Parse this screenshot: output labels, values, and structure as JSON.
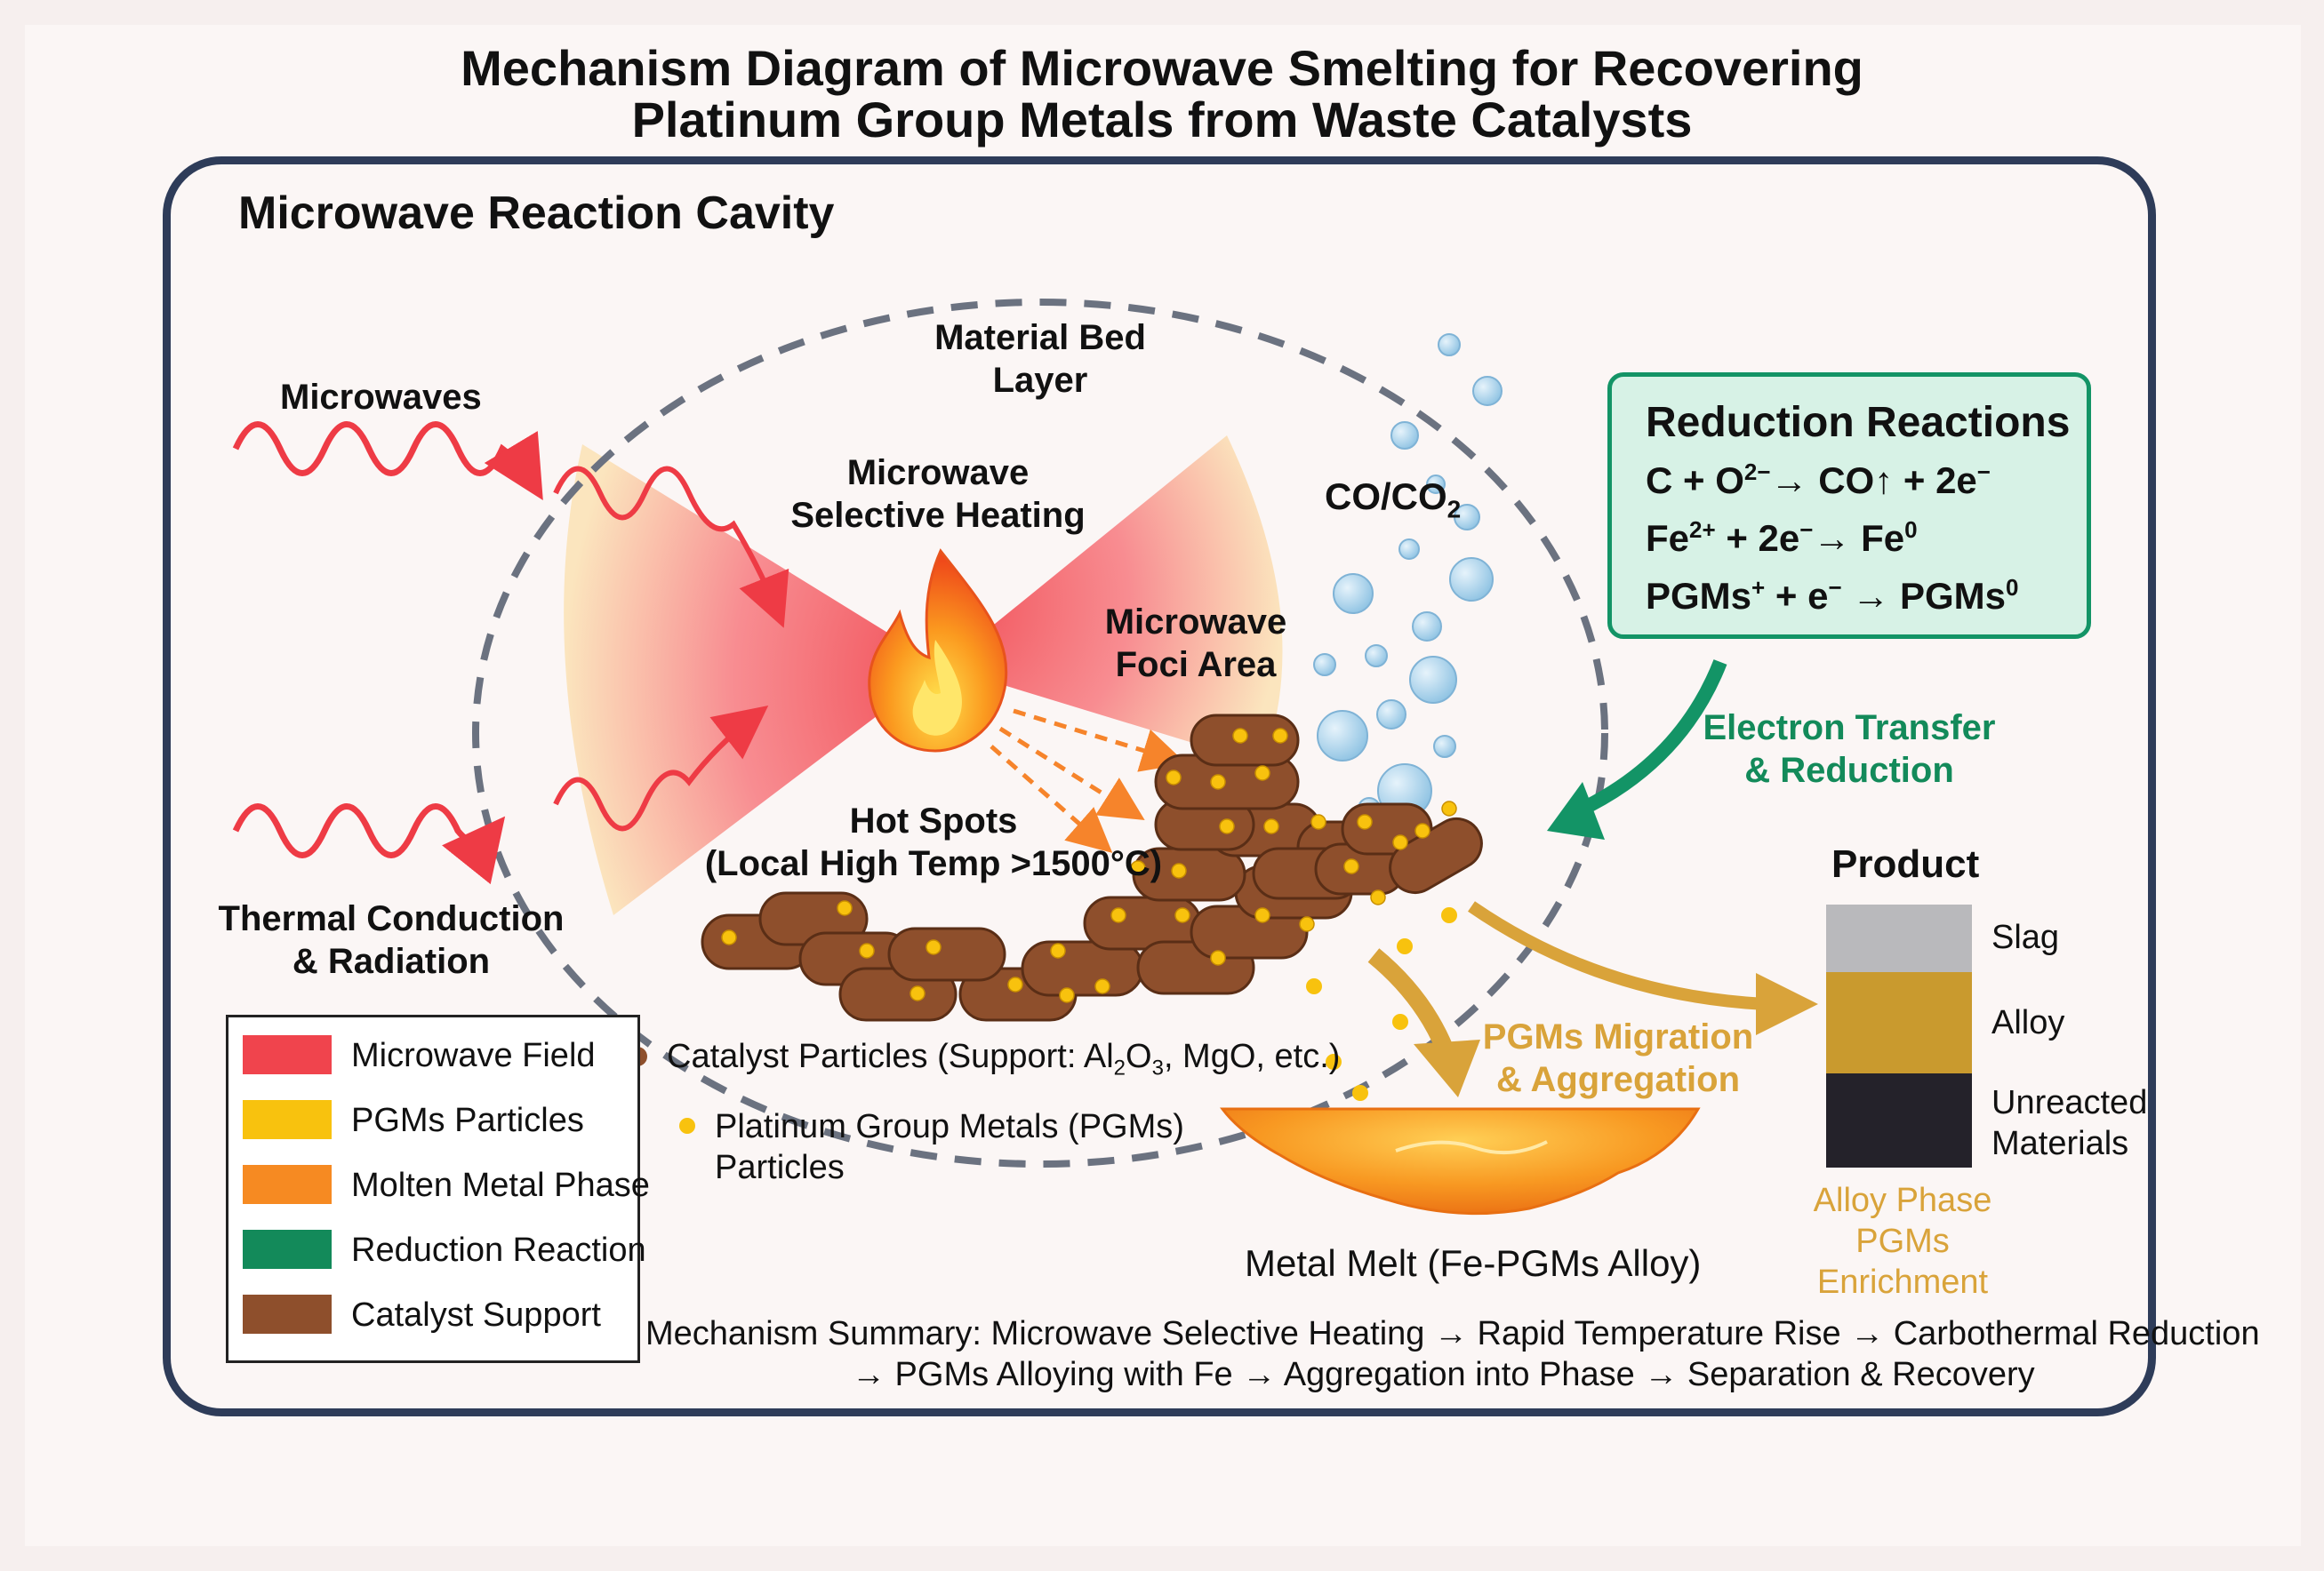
{
  "title": {
    "line1": "Mechanism Diagram of Microwave Smelting for Recovering",
    "line2": "Platinum Group Metals from Waste Catalysts"
  },
  "cavity": {
    "label": "Microwave Reaction Cavity"
  },
  "labels": {
    "material_bed_1": "Material Bed",
    "material_bed_2": "Layer",
    "microwaves": "Microwaves",
    "selective_heating_1": "Microwave",
    "selective_heating_2": "Selective Heating",
    "foci_1": "Microwave",
    "foci_2": "Foci Area",
    "gas": "CO/CO",
    "gas_sub": "2",
    "hot_spots_1": "Hot Spots",
    "hot_spots_2": "(Local High Temp >1500°C)",
    "thermal_1": "Thermal Conduction",
    "thermal_2": "& Radiation",
    "electron_1": "Electron Transfer",
    "electron_2": "& Reduction",
    "migration_1": "PGMs Migration",
    "migration_2": "& Aggregation",
    "melt": "Metal Melt (Fe-PGMs Alloy)",
    "catalyst_particles": "Catalyst Particles (Support: Al",
    "catalyst_sub1": "2",
    "catalyst_mid": "O",
    "catalyst_sub2": "3",
    "catalyst_end": ", MgO, etc.)",
    "pgm_particles_1": "Platinum Group Metals (PGMs)",
    "pgm_particles_2": "Particles"
  },
  "reactions": {
    "title": "Reduction Reactions",
    "r1": {
      "a": "C + O",
      "sup1": "2−",
      "b": "→ CO↑ + 2e",
      "sup2": "−"
    },
    "r2": {
      "a": "Fe",
      "sup1": "2+",
      "b": " + 2e",
      "sup2": "−",
      "c": "→ Fe",
      "sup3": "0"
    },
    "r3": {
      "a": "PGMs",
      "sup1": "+",
      "b": " + e",
      "sup2": "−",
      "c": " → PGMs",
      "sup3": "0"
    }
  },
  "product": {
    "title": "Product",
    "slag": "Slag",
    "alloy": "Alloy",
    "unreacted_1": "Unreacted",
    "unreacted_2": "Materials",
    "enrich_1": "Alloy Phase",
    "enrich_2": "PGMs",
    "enrich_3": "Enrichment"
  },
  "legend": {
    "items": [
      {
        "label": "Microwave Field",
        "color": "#f0444d"
      },
      {
        "label": "PGMs Particles",
        "color": "#f8c20e"
      },
      {
        "label": "Molten Metal Phase",
        "color": "#f68a22"
      },
      {
        "label": "Reduction Reaction",
        "color": "#138a5a"
      },
      {
        "label": "Catalyst Support",
        "color": "#8e4f2c"
      }
    ]
  },
  "summary": {
    "line1": "Mechanism Summary: Microwave Selective Heating → Rapid Temperature Rise → Carbothermal Reduction",
    "line2": "→ PGMs Alloying with Fe → Aggregation into Phase → Separation & Recovery"
  },
  "colors": {
    "frame": "#2e3c59",
    "microwave": "#f0444d",
    "pgm": "#f8c20e",
    "molten": "#f68a22",
    "reduction": "#138a5a",
    "support": "#8e4f2c",
    "gold_arrow": "#d9a33a",
    "slag": "#b9b9bc",
    "alloy": "#c99a2e",
    "unreacted": "#24222a"
  },
  "icons": [
    "flame-icon",
    "gas-bubble-icon"
  ]
}
